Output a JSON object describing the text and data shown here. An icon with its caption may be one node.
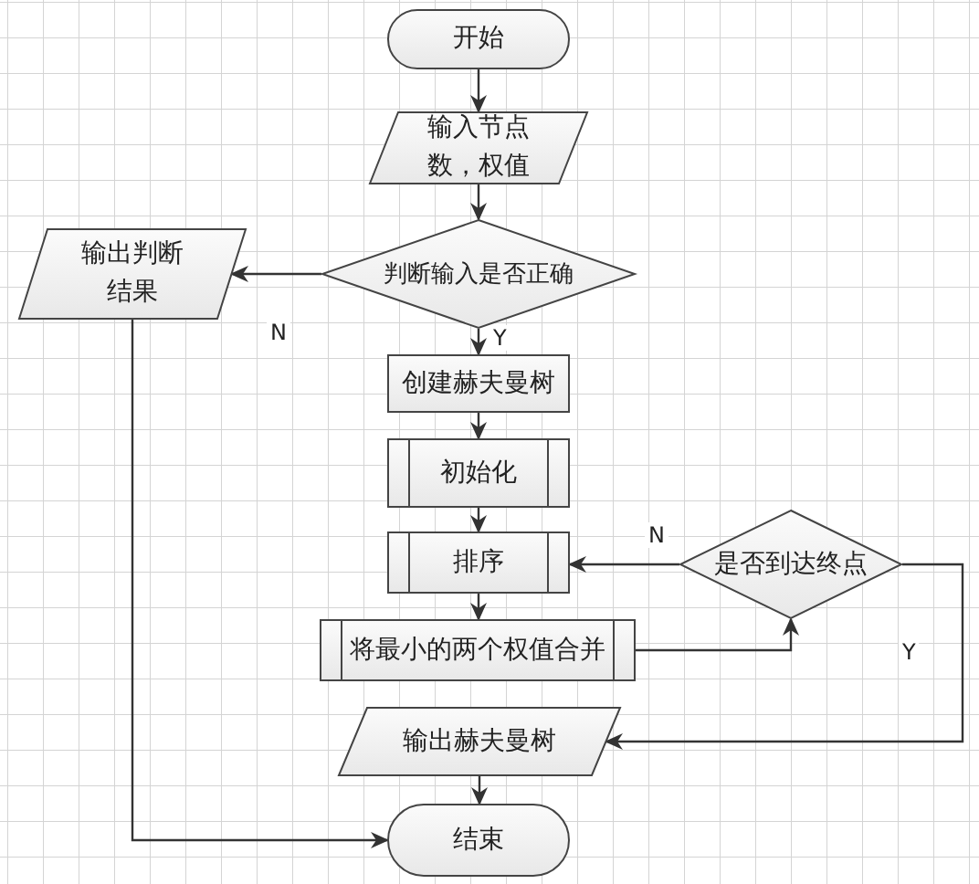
{
  "diagram": {
    "nodes": [
      {
        "text": [
          "开始"
        ]
      },
      {
        "text": [
          "输入节点数，权值"
        ]
      },
      {
        "text": [
          "判断输入是否正确"
        ]
      },
      {
        "text": [
          "输出判断结果"
        ]
      },
      {
        "text": [
          "创建赫夫曼树"
        ]
      },
      {
        "text": [
          "初始化"
        ]
      },
      {
        "text": [
          "排序"
        ]
      },
      {
        "text": [
          "将最小的两个权值合并"
        ]
      },
      {
        "text": [
          "是否到达终点"
        ]
      },
      {
        "text": [
          "输出赫夫曼树"
        ]
      },
      {
        "text": [
          "结束"
        ]
      }
    ],
    "edges": [
      {
        "from": 0,
        "to": 1,
        "arrow": "to"
      },
      {
        "from": 1,
        "to": 2,
        "arrow": "to"
      },
      {
        "from": 2,
        "to": 3,
        "arrow": "to",
        "label": "N"
      },
      {
        "from": 2,
        "to": 4,
        "arrow": "to",
        "label": "Y"
      },
      {
        "from": 4,
        "to": 5,
        "arrow": "to"
      },
      {
        "from": 5,
        "to": 6,
        "arrow": "to"
      },
      {
        "from": 6,
        "to": 7,
        "arrow": "to"
      },
      {
        "from": 7,
        "to": 8,
        "arrow": "to"
      },
      {
        "from": 8,
        "to": 6,
        "arrow": "to",
        "label": "N"
      },
      {
        "from": 8,
        "to": 9,
        "arrow": "to",
        "label": "Y"
      },
      {
        "from": 9,
        "to": 10,
        "arrow": "to"
      },
      {
        "from": 3,
        "to": 10,
        "arrow": "to"
      }
    ]
  }
}
